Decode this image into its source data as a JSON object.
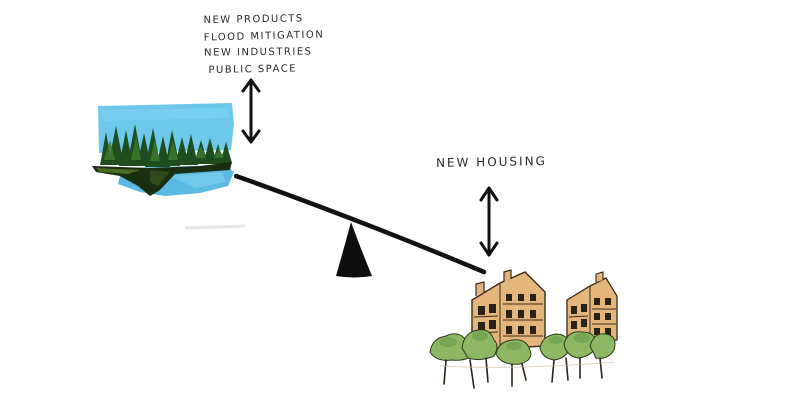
{
  "scene": {
    "benefits_list": [
      "New Products",
      "Flood Mitigation",
      "New Industries",
      "Public Space"
    ],
    "housing_label": "New Housing",
    "colors": {
      "ink": "#111111",
      "sky": "#5fc1e8",
      "water": "#4bb5e0",
      "tree": "#1f4a1c",
      "facade": "#e3b67b",
      "foliage": "#8ab661"
    }
  }
}
